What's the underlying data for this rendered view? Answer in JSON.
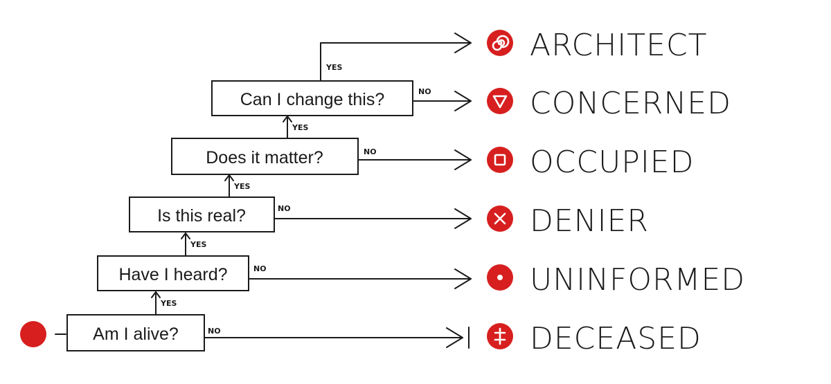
{
  "flow": {
    "questions": [
      {
        "text": "Am I alive?",
        "no_label": "NO",
        "yes_label": "YES"
      },
      {
        "text": "Have I heard?",
        "no_label": "NO",
        "yes_label": "YES"
      },
      {
        "text": "Is this real?",
        "no_label": "NO",
        "yes_label": "YES"
      },
      {
        "text": "Does it matter?",
        "no_label": "NO",
        "yes_label": "YES"
      },
      {
        "text": "Can I change this?",
        "no_label": "NO",
        "yes_label": "YES"
      }
    ],
    "outcomes": [
      {
        "label": "DECEASED",
        "icon": "double-dagger-icon"
      },
      {
        "label": "UNINFORMED",
        "icon": "dot-icon"
      },
      {
        "label": "DENIER",
        "icon": "x-icon"
      },
      {
        "label": "OCCUPIED",
        "icon": "square-icon"
      },
      {
        "label": "CONCERNED",
        "icon": "triangle-down-icon"
      },
      {
        "label": "ARCHITECT",
        "icon": "spiral-icon"
      }
    ],
    "colors": {
      "accent": "#d71f1f",
      "ink": "#1a1a1a"
    }
  }
}
